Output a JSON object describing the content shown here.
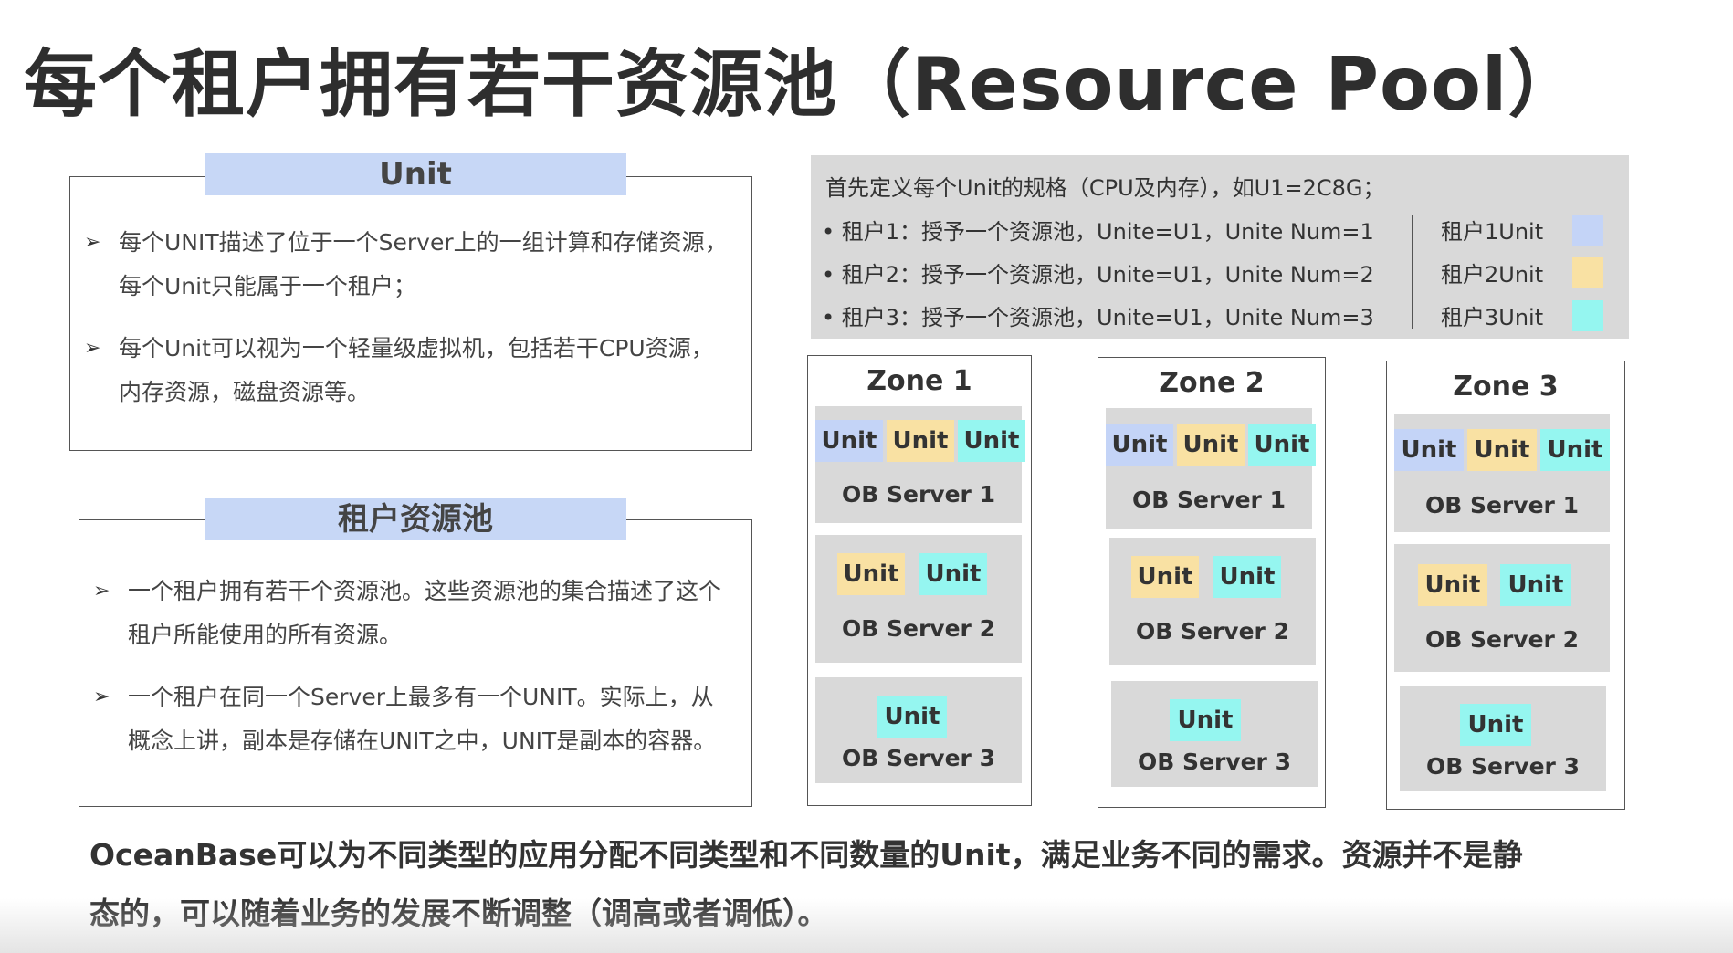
{
  "title": "每个租户拥有若干资源池（Resource Pool）",
  "unit_box": {
    "header": "Unit",
    "bullets": [
      {
        "l1": "每个UNIT描述了位于一个Server上的一组计算和存储资源，",
        "l2": "每个Unit只能属于一个租户；"
      },
      {
        "l1": "每个Unit可以视为一个轻量级虚拟机，包括若干CPU资源，",
        "l2": "内存资源，磁盘资源等。"
      }
    ]
  },
  "pool_box": {
    "header": "租户资源池",
    "bullets": [
      {
        "l1": "一个租户拥有若干个资源池。这些资源池的集合描述了这个",
        "l2": "租户所能使用的所有资源。"
      },
      {
        "l1": "一个租户在同一个Server上最多有一个UNIT。实际上，从",
        "l2": "概念上讲，副本是存储在UNIT之中，UNIT是副本的容器。"
      }
    ]
  },
  "info": {
    "intro": "首先定义每个Unit的规格（CPU及内存），如U1=2C8G；",
    "tenants": [
      "•  租户1：授予一个资源池，Unite=U1，Unite Num=1",
      "•  租户2：授予一个资源池，Unite=U1，Unite Num=2",
      "•  租户3：授予一个资源池，Unite=U1，Unite Num=3"
    ],
    "legend": [
      {
        "label": "租户1Unit",
        "color": "#c4d4f7"
      },
      {
        "label": "租户2Unit",
        "color": "#f9e1a3"
      },
      {
        "label": "租户3Unit",
        "color": "#95f6f0"
      }
    ]
  },
  "unit_label": "Unit",
  "zones": [
    {
      "name": "Zone 1",
      "servers": [
        "OB Server 1",
        "OB Server 2",
        "OB Server 3"
      ]
    },
    {
      "name": "Zone 2",
      "servers": [
        "OB Server 1",
        "OB Server 2",
        "OB Server 3"
      ]
    },
    {
      "name": "Zone 3",
      "servers": [
        "OB Server 1",
        "OB Server 2",
        "OB Server 3"
      ]
    }
  ],
  "footer": {
    "l1": "OceanBase可以为不同类型的应用分配不同类型和不同数量的Unit，满足业务不同的需求。资源并不是静",
    "l2": "态的，可以随着业务的发展不断调整（调高或者调低）。"
  }
}
